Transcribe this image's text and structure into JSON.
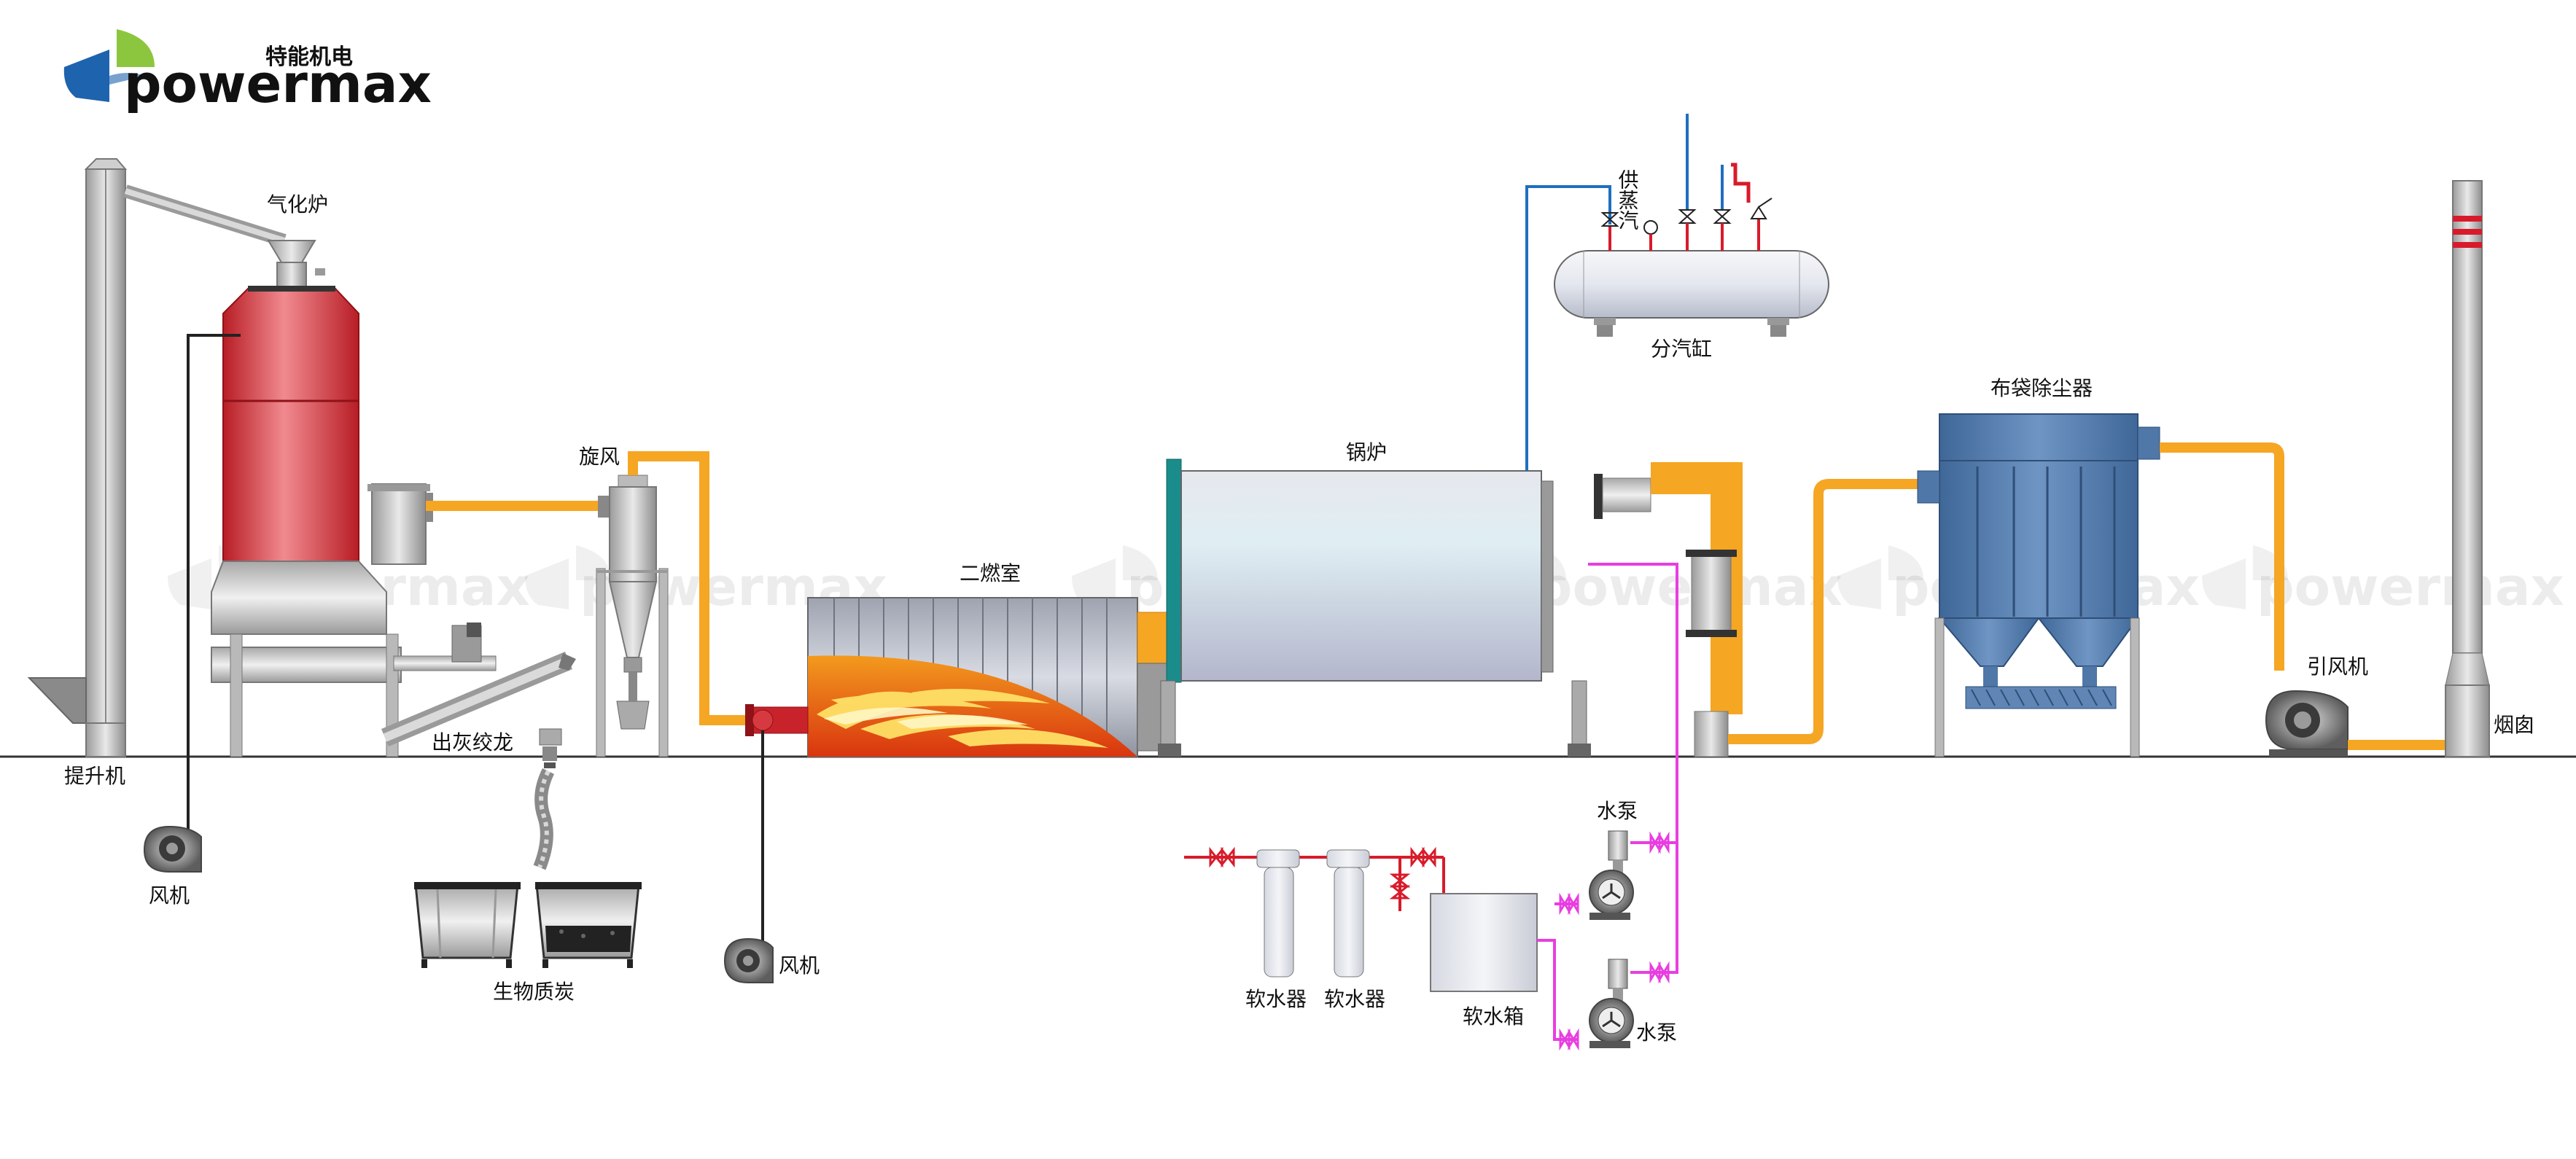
{
  "brand": {
    "name": "powermax",
    "chinese_name": "特能机电",
    "watermark_text": "powermax"
  },
  "labels": {
    "gasifier": "气化炉",
    "elevator": "提升机",
    "fan_left": "风机",
    "cyclone": "旋风",
    "ash_screw": "出灰绞龙",
    "biochar": "生物质炭",
    "fan_center": "风机",
    "secondary_chamber": "二燃室",
    "boiler": "锅炉",
    "steam_supply": "供蒸汽",
    "steam_header": "分汽缸",
    "baghouse": "布袋除尘器",
    "induced_fan": "引风机",
    "chimney": "烟囱",
    "water_pump_top": "水泵",
    "water_pump_bottom": "水泵",
    "softener_1": "软水器",
    "softener_2": "软水器",
    "soft_water_tank": "软水箱"
  },
  "colors": {
    "flue_pipe": "#f5a623",
    "steam_line": "#1f6fbf",
    "water_line": "#e83ee0",
    "inlet_water": "#d81b2b",
    "gasifier_body": "#c8232b",
    "baghouse_body": "#4f77a8",
    "ground_line": "#333333"
  }
}
